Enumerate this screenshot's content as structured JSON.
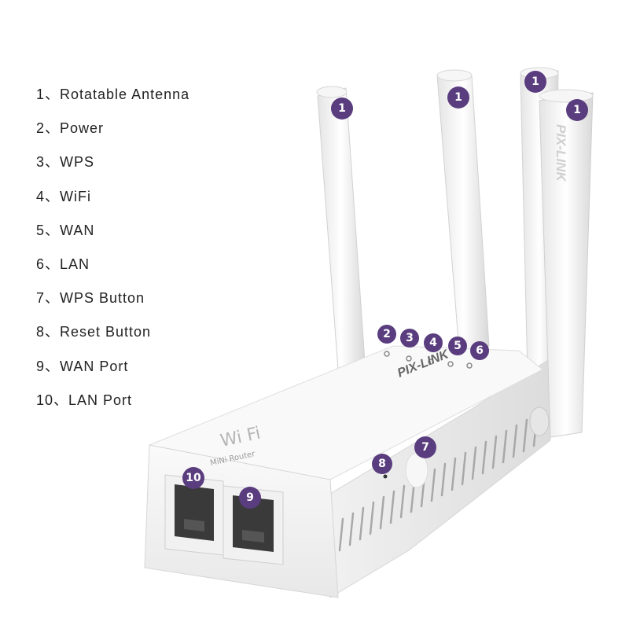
{
  "legend": [
    "1、Rotatable Antenna",
    "2、Power",
    "3、WPS",
    "4、WiFi",
    "5、WAN",
    "6、LAN",
    "7、WPS Button",
    "8、Reset Button",
    "9、WAN Port",
    "10、LAN Port"
  ],
  "markers": {
    "antenna_1": "1",
    "antenna_2": "1",
    "antenna_3": "1",
    "antenna_4": "1",
    "power": "2",
    "wps": "3",
    "wifi": "4",
    "wan": "5",
    "lan": "6",
    "wps_button": "7",
    "reset_button": "8",
    "wan_port": "9",
    "lan_port": "10"
  },
  "device": {
    "brand_top": "PIX-LINK",
    "brand_antenna": "PIX-LINK",
    "wifi_logo": "Wi Fi",
    "wifi_subtitle": "MiNi Router"
  },
  "colors": {
    "marker": "#5a3d7e",
    "device": "#f4f4f4",
    "port": "#3a3a3a"
  }
}
